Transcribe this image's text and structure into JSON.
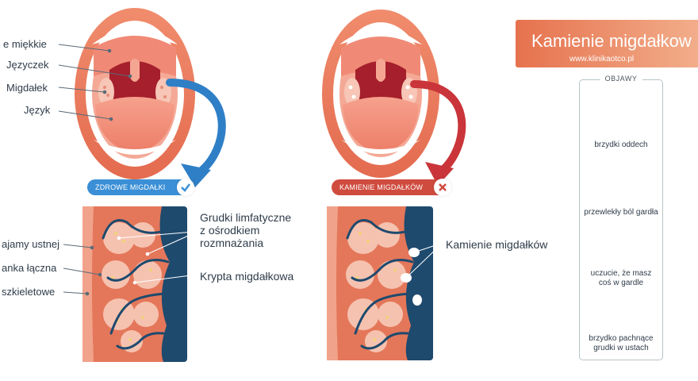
{
  "left_labels_top": [
    "e miękkie",
    "Języczek",
    "Migdałek",
    "Język"
  ],
  "left_labels_bottom": [
    "ajamy ustnej",
    "anka łączna",
    "szkieletowe"
  ],
  "badge_healthy": "ZDROWE MIGDAŁKI",
  "badge_stones": "KAMIENIE MIGDAŁKÓW",
  "tissue_labels": {
    "lymph_line1": "Grudki limfatyczne",
    "lymph_line2": "z ośrodkiem",
    "lymph_line3": "rozmnażania",
    "crypt": "Krypta migdałkowa",
    "stones": "Kamienie migdałków"
  },
  "header": {
    "title": "Kamienie migdałkow",
    "website": "www.klinikaotco.pl"
  },
  "symptoms": {
    "heading": "OBJAWY",
    "items": [
      {
        "line1": "brzydki oddech",
        "line2": "",
        "icon": "bad-breath-icon"
      },
      {
        "line1": "przewlekły ból gardła",
        "line2": "",
        "icon": "sore-throat-icon"
      },
      {
        "line1": "uczucie, że masz",
        "line2": "coś w gardle",
        "icon": "throat-lump-icon"
      },
      {
        "line1": "brzydko pachnące",
        "line2": "grudki w ustach",
        "icon": "smelly-lumps-icon"
      }
    ]
  },
  "colors": {
    "healthy_arrow": "#2f7fc7",
    "stones_arrow": "#c9353a",
    "accent_orange": "#e6724e"
  }
}
